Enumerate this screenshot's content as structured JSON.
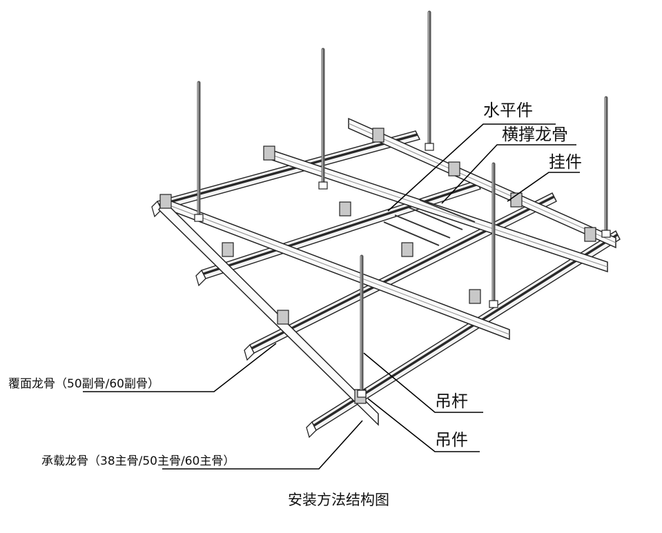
{
  "labels": {
    "horizontal_piece": "水平件",
    "cross_brace_keel": "横撑龙骨",
    "hanger_piece": "挂件",
    "hanger_rod": "吊杆",
    "suspension_piece": "吊件",
    "cover_keel": "覆面龙骨（50副骨/60副骨）",
    "bearing_keel": "承载龙骨（38主骨/50主骨/60主骨）",
    "caption": "安装方法结构图"
  }
}
